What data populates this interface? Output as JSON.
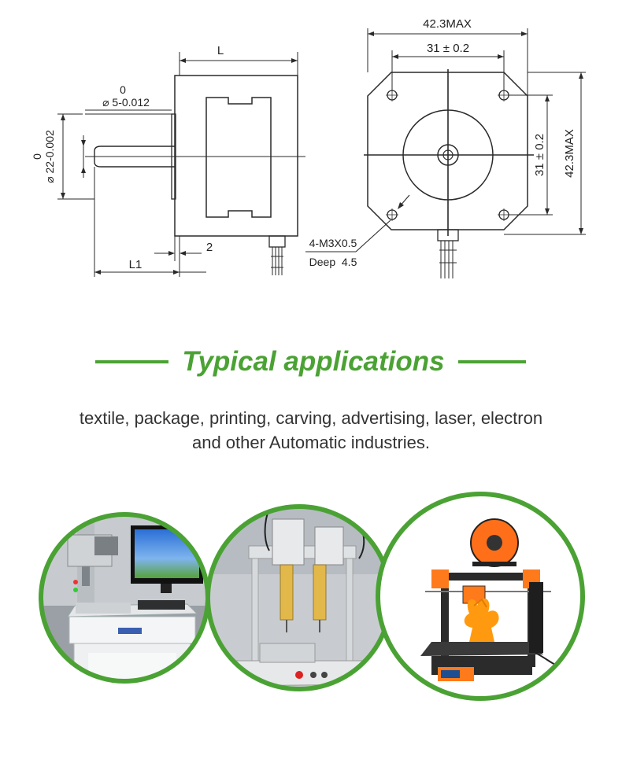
{
  "colors": {
    "accent": "#4ba234",
    "line": "#2a2a2a",
    "frame": "#4ba234"
  },
  "drawing": {
    "side_view": {
      "length_label": "L",
      "shaft_diameter_tol": "0",
      "shaft_diameter": "⌀ 5-0.012",
      "boss_diameter_tol": "0",
      "boss_diameter": "⌀ 22-0.002",
      "shaft_length_label": "L1",
      "boss_height_label": "2"
    },
    "front_view": {
      "outer_width": "42.3MAX",
      "hole_spacing_h": "31 ± 0.2",
      "hole_spacing_v": "31 ± 0.2",
      "outer_height": "42.3MAX",
      "thread_spec": "4-M3X0.5",
      "thread_depth": "Deep  4.5"
    }
  },
  "section": {
    "title": "Typical applications",
    "description_line1": "textile, package, printing, carving, advertising, laser, electron",
    "description_line2": "and other Automatic industries."
  },
  "photos": [
    {
      "icon": "laser-marking-machine-icon"
    },
    {
      "icon": "dispensing-robot-icon"
    },
    {
      "icon": "3d-printer-icon"
    }
  ]
}
